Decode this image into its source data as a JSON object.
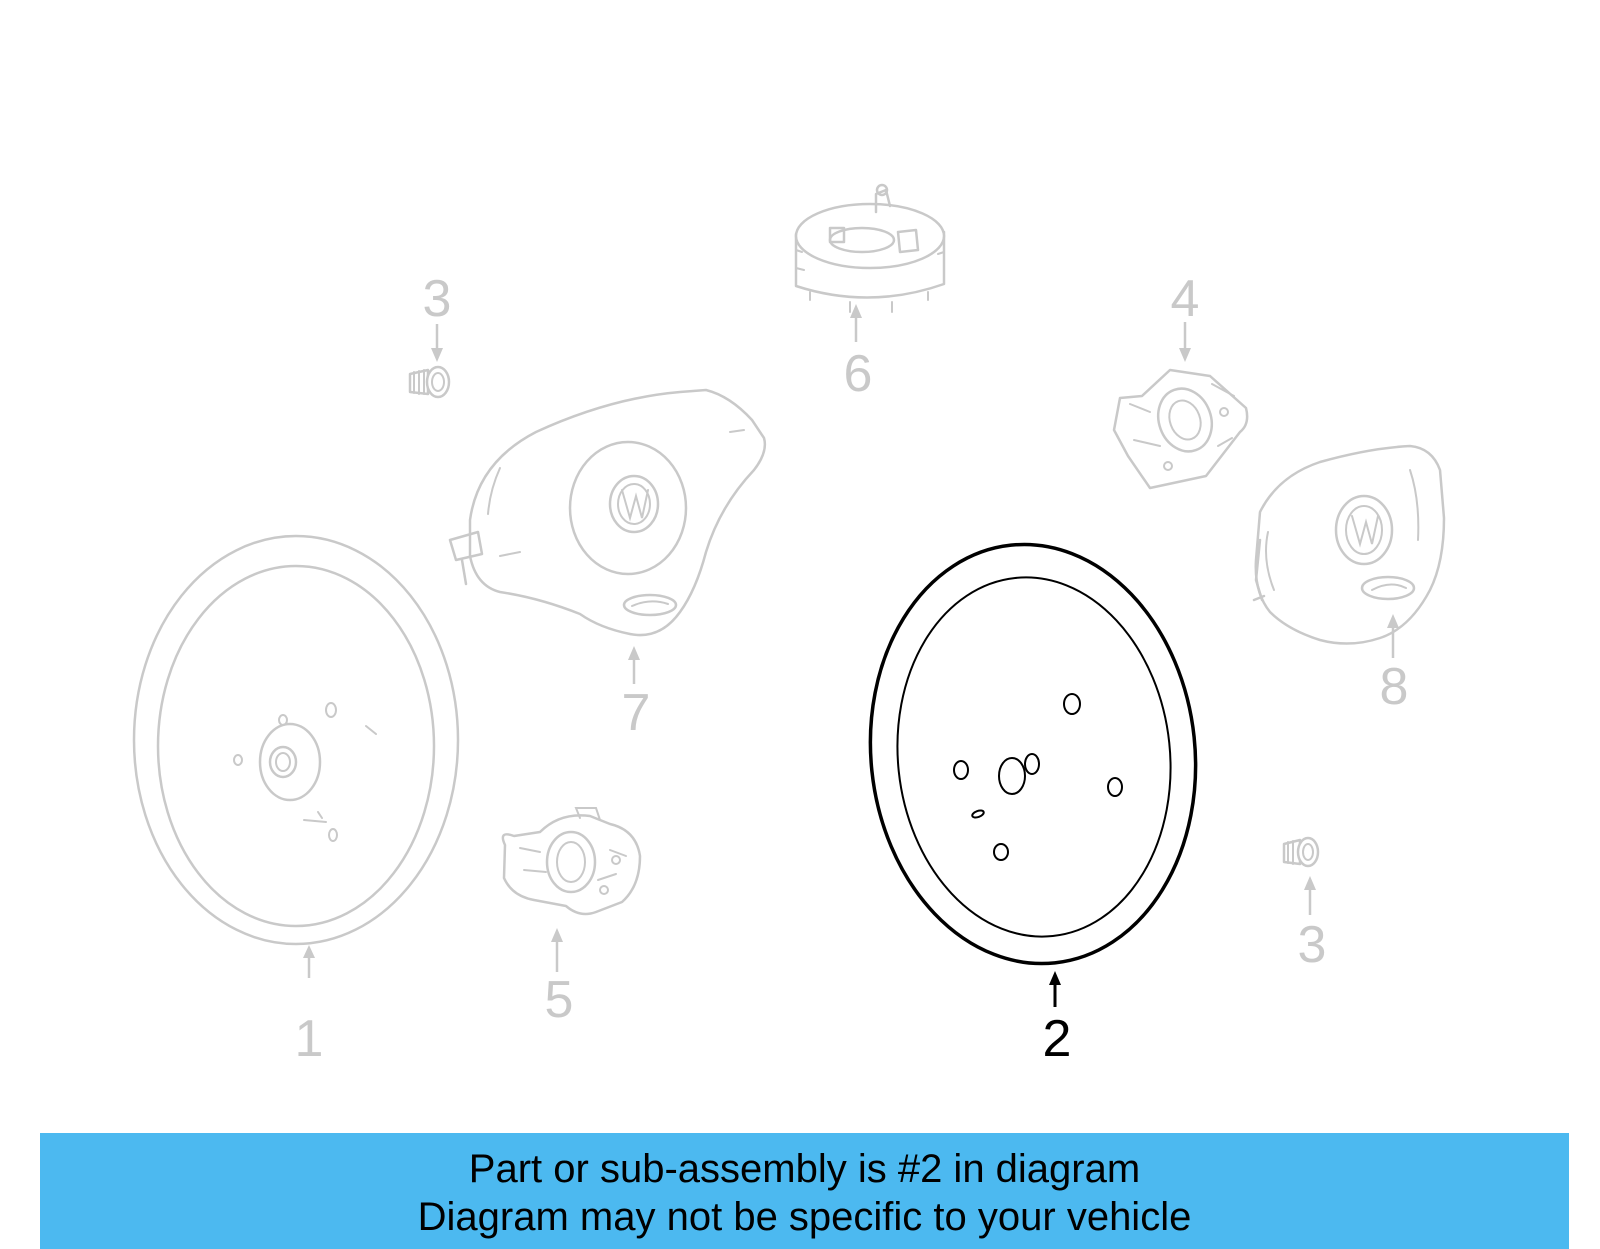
{
  "diagram": {
    "highlight_color": "#000000",
    "ghost_color": "#c9c9c9",
    "callouts": [
      {
        "id": "callout-1",
        "label": "1",
        "part": "steering-wheel"
      },
      {
        "id": "callout-2",
        "label": "2",
        "part": "steering-wheel-highlighted"
      },
      {
        "id": "callout-3a",
        "label": "3",
        "part": "bolt"
      },
      {
        "id": "callout-3b",
        "label": "3",
        "part": "bolt"
      },
      {
        "id": "callout-4",
        "label": "4",
        "part": "switch-housing"
      },
      {
        "id": "callout-5",
        "label": "5",
        "part": "switch-housing"
      },
      {
        "id": "callout-6",
        "label": "6",
        "part": "clock-spring"
      },
      {
        "id": "callout-7",
        "label": "7",
        "part": "airbag-module"
      },
      {
        "id": "callout-8",
        "label": "8",
        "part": "airbag-module"
      }
    ]
  },
  "banner": {
    "background_color": "#4cb9f0",
    "line1": "Part or sub-assembly is #2 in diagram",
    "line2": "Diagram may not be specific to your vehicle"
  }
}
